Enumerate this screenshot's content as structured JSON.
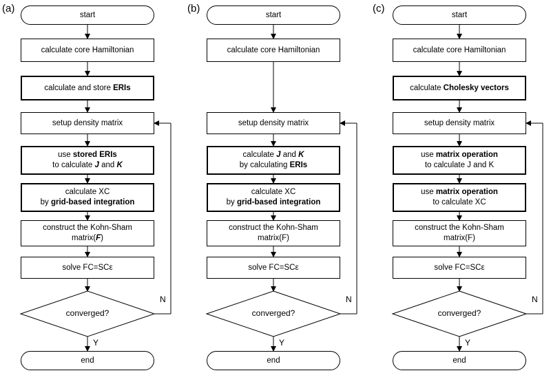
{
  "panels": [
    {
      "label": "(a)",
      "start": "start",
      "end": "end",
      "decision": "converged?",
      "no_label": "N",
      "yes_label": "Y",
      "steps": [
        {
          "bold": false,
          "lines": [
            [
              {
                "t": "calculate core Hamiltonian"
              }
            ]
          ]
        },
        {
          "bold": true,
          "lines": [
            [
              {
                "t": "calculate and store "
              },
              {
                "t": "ERIs",
                "b": true
              }
            ]
          ]
        },
        {
          "bold": false,
          "lines": [
            [
              {
                "t": "setup density matrix"
              }
            ]
          ]
        },
        {
          "bold": true,
          "lines": [
            [
              {
                "t": "use "
              },
              {
                "t": "stored ERIs",
                "b": true
              }
            ],
            [
              {
                "t": "to calculate "
              },
              {
                "t": "J",
                "i": true
              },
              {
                "t": " and "
              },
              {
                "t": "K",
                "i": true
              }
            ]
          ]
        },
        {
          "bold": true,
          "lines": [
            [
              {
                "t": "calculate XC"
              }
            ],
            [
              {
                "t": "by "
              },
              {
                "t": "grid-based integration",
                "b": true
              }
            ]
          ]
        },
        {
          "bold": false,
          "lines": [
            [
              {
                "t": "construct the Kohn-Sham"
              }
            ],
            [
              {
                "t": "matrix("
              },
              {
                "t": "F",
                "i": true
              },
              {
                "t": ")"
              }
            ]
          ]
        },
        {
          "bold": false,
          "lines": [
            [
              {
                "t": "solve FC=SCε"
              }
            ]
          ]
        }
      ]
    },
    {
      "label": "(b)",
      "start": "start",
      "end": "end",
      "decision": "converged?",
      "no_label": "N",
      "yes_label": "Y",
      "steps": [
        {
          "bold": false,
          "lines": [
            [
              {
                "t": "calculate core Hamiltonian"
              }
            ]
          ]
        },
        {
          "bold": false,
          "lines": [
            [
              {
                "t": "setup density matrix"
              }
            ]
          ]
        },
        {
          "bold": true,
          "lines": [
            [
              {
                "t": "calculate "
              },
              {
                "t": "J",
                "i": true
              },
              {
                "t": " and "
              },
              {
                "t": "K",
                "i": true
              }
            ],
            [
              {
                "t": "by calculating "
              },
              {
                "t": "ERIs",
                "b": true
              }
            ]
          ]
        },
        {
          "bold": true,
          "lines": [
            [
              {
                "t": "calculate XC"
              }
            ],
            [
              {
                "t": "by "
              },
              {
                "t": "grid-based integration",
                "b": true
              }
            ]
          ]
        },
        {
          "bold": false,
          "lines": [
            [
              {
                "t": "construct the Kohn-Sham"
              }
            ],
            [
              {
                "t": "matrix(F)"
              }
            ]
          ]
        },
        {
          "bold": false,
          "lines": [
            [
              {
                "t": "solve FC=SCε"
              }
            ]
          ]
        }
      ]
    },
    {
      "label": "(c)",
      "start": "start",
      "end": "end",
      "decision": "converged?",
      "no_label": "N",
      "yes_label": "Y",
      "steps": [
        {
          "bold": false,
          "lines": [
            [
              {
                "t": "calculate core Hamiltonian"
              }
            ]
          ]
        },
        {
          "bold": true,
          "lines": [
            [
              {
                "t": "calculate "
              },
              {
                "t": "Cholesky vectors",
                "b": true
              }
            ]
          ]
        },
        {
          "bold": false,
          "lines": [
            [
              {
                "t": "setup density matrix"
              }
            ]
          ]
        },
        {
          "bold": true,
          "lines": [
            [
              {
                "t": "use "
              },
              {
                "t": "matrix operation",
                "b": true
              }
            ],
            [
              {
                "t": "to calculate J and K"
              }
            ]
          ]
        },
        {
          "bold": true,
          "lines": [
            [
              {
                "t": "use "
              },
              {
                "t": "matrix operation",
                "b": true
              }
            ],
            [
              {
                "t": "to calculate XC"
              }
            ]
          ]
        },
        {
          "bold": false,
          "lines": [
            [
              {
                "t": "construct the Kohn-Sham"
              }
            ],
            [
              {
                "t": "matrix(F)"
              }
            ]
          ]
        },
        {
          "bold": false,
          "lines": [
            [
              {
                "t": "solve FC=SCε"
              }
            ]
          ]
        }
      ]
    }
  ]
}
